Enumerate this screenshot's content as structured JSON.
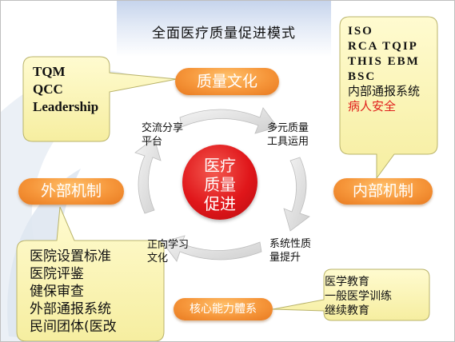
{
  "title": "全面医疗质量促进模式",
  "center": {
    "line1": "医疗",
    "line2": "质量",
    "line3": "促进"
  },
  "pills": {
    "top": "质量文化",
    "left": "外部机制",
    "right": "内部机制",
    "bottom": "核心能力體系"
  },
  "cycle_labels": {
    "top_left_1": "交流分享",
    "top_left_2": "平台",
    "top_right_1": "多元质量",
    "top_right_2": "工具运用",
    "bottom_left_1": "正向学习",
    "bottom_left_2": "文化",
    "bottom_right_1": "系统性质",
    "bottom_right_2": "量提升"
  },
  "callouts": {
    "top_left": [
      "TQM",
      "QCC",
      "Leadership"
    ],
    "top_right": [
      "ISO",
      "RCA TQIP",
      "THIS EBM",
      "BSC",
      "内部通报系统",
      "病人安全"
    ],
    "bottom_left": [
      "医院设置标准",
      "医院评鉴",
      "健保审查",
      "外部通报系统",
      "民间团体(医改"
    ],
    "bottom_right": [
      "医学教育",
      "一般医学训练",
      "继续教育"
    ]
  },
  "colors": {
    "callout_fill": "#fdf8c0",
    "pill_orange": "#f6963a",
    "center_red": "#e0161a",
    "highlight_red": "#e0201c"
  }
}
